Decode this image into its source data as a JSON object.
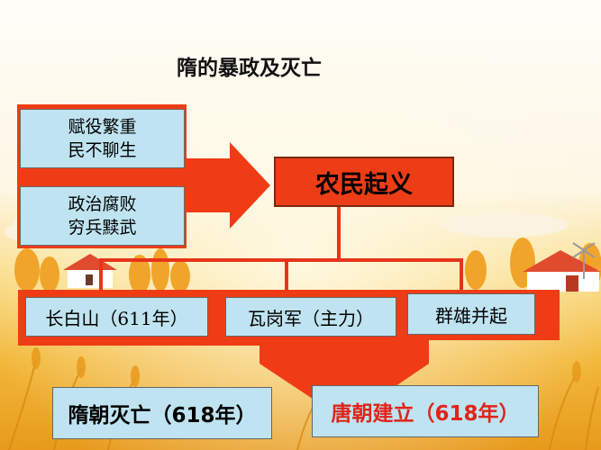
{
  "title": "隋的暴政及灭亡",
  "causes": [
    {
      "line1": "赋役繁重",
      "line2": "民不聊生"
    },
    {
      "line1": "政治腐败",
      "line2": "穷兵黩武"
    }
  ],
  "uprising": "农民起义",
  "branches": [
    "长白山（611年）",
    "瓦岗军（主力）",
    "群雄并起"
  ],
  "results": [
    "隋朝灭亡（618年）",
    "唐朝建立（618年）"
  ],
  "colors": {
    "arrow": "#ef3c14",
    "box_fill": "#bfe3f0",
    "red_text": "#e0241a",
    "line": "#e8341a"
  }
}
